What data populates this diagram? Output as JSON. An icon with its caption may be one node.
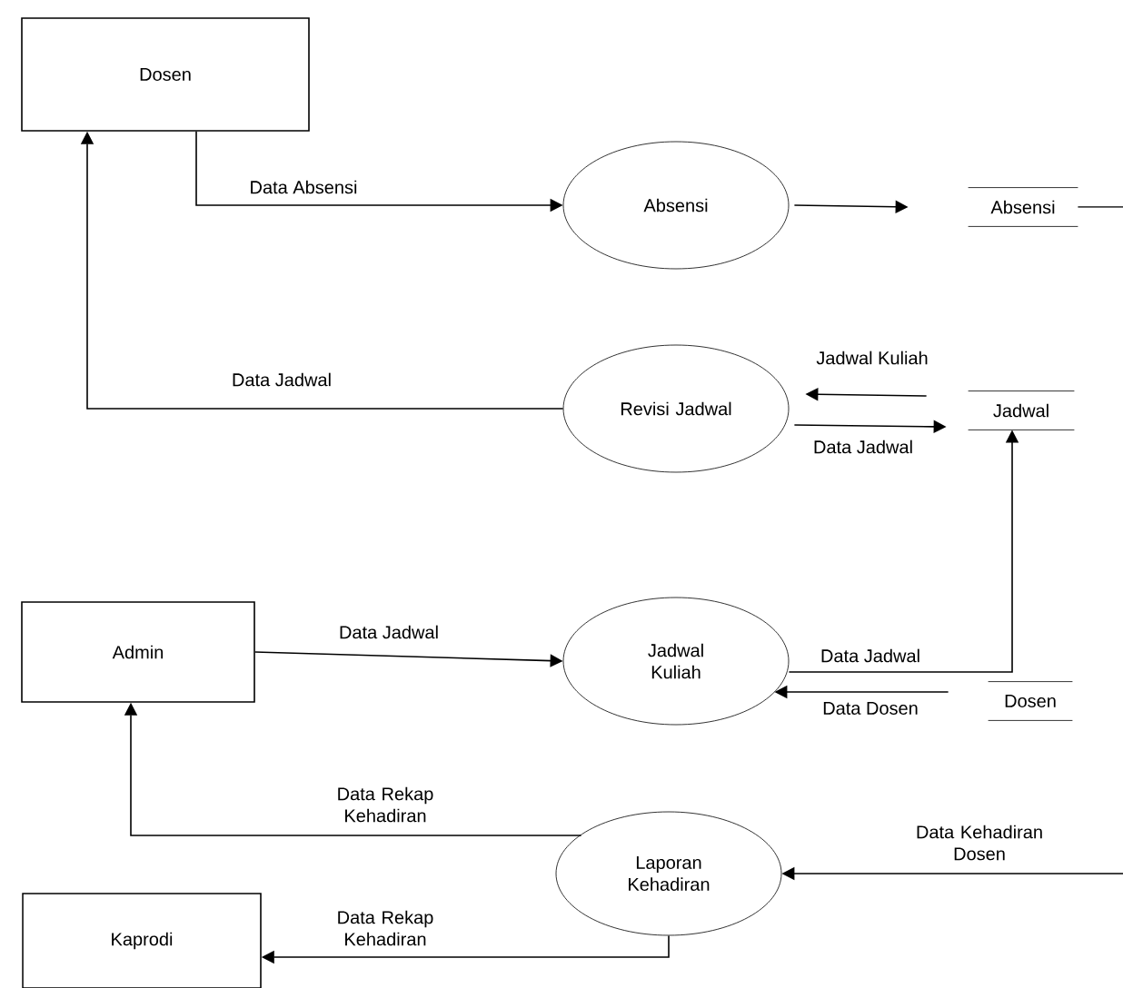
{
  "diagram": {
    "nodes": [
      {
        "text": [
          "Dosen"
        ]
      },
      {
        "text": [
          "Absensi"
        ]
      },
      {
        "text": [
          "Absensi"
        ]
      },
      {
        "text": [
          "Revisi Jadwal"
        ]
      },
      {
        "text": [
          "Jadwal"
        ]
      },
      {
        "text": [
          "Admin"
        ]
      },
      {
        "text": [
          "Jadwal Kuliah"
        ]
      },
      {
        "text": [
          "Dosen"
        ]
      },
      {
        "text": [
          "Laporan Kehadiran"
        ]
      },
      {
        "text": [
          "Kaprodi"
        ]
      }
    ],
    "edges": [
      {
        "from": 0,
        "to": 1,
        "arrow": "to",
        "label": "Data Absensi"
      },
      {
        "from": 1,
        "to": 2,
        "arrow": "to"
      },
      {
        "from": 2,
        "to": null,
        "arrow": "none"
      },
      {
        "from": 3,
        "to": 0,
        "arrow": "to",
        "label": "Data Jadwal"
      },
      {
        "from": 4,
        "to": 3,
        "arrow": "to",
        "label": "Jadwal Kuliah"
      },
      {
        "from": 3,
        "to": 4,
        "arrow": "to",
        "label": "Data Jadwal"
      },
      {
        "from": 5,
        "to": 6,
        "arrow": "to",
        "label": "Data Jadwal"
      },
      {
        "from": 6,
        "to": 4,
        "arrow": "to",
        "label": "Data Jadwal"
      },
      {
        "from": 7,
        "to": 6,
        "arrow": "to",
        "label": "Data Dosen"
      },
      {
        "from": null,
        "to": 8,
        "arrow": "to",
        "label": "Data Kehadiran Dosen"
      },
      {
        "from": 8,
        "to": 5,
        "arrow": "to",
        "label": "Data Rekap Kehadiran"
      },
      {
        "from": 8,
        "to": 9,
        "arrow": "to",
        "label": "Data Rekap Kehadiran"
      }
    ]
  }
}
